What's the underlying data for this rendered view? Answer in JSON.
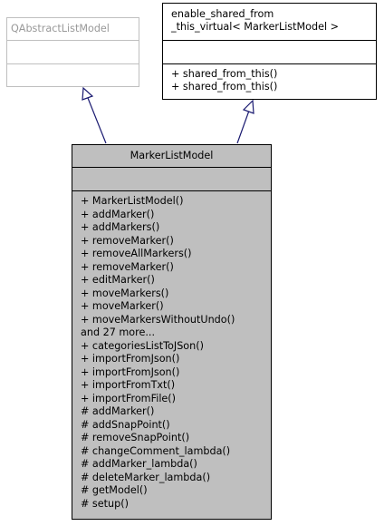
{
  "diagram": {
    "base_classes": [
      {
        "name": "QAbstractListModel",
        "attributes": [],
        "operations": []
      },
      {
        "name_lines": [
          "enable_shared_from",
          "_this_virtual< MarkerListModel >"
        ],
        "attributes": [],
        "operations": [
          "+ shared_from_this()",
          "+ shared_from_this()"
        ]
      }
    ],
    "main_class": {
      "name": "MarkerListModel",
      "attributes": [],
      "operations": [
        "+ MarkerListModel()",
        "+ addMarker()",
        "+ addMarkers()",
        "+ removeMarker()",
        "+ removeAllMarkers()",
        "+ removeMarker()",
        "+ editMarker()",
        "+ moveMarkers()",
        "+ moveMarker()",
        "+ moveMarkersWithoutUndo()",
        "and 27 more...",
        "+ categoriesListToJSon()",
        "+ importFromJson()",
        "+ importFromJson()",
        "+ importFromTxt()",
        "+ importFromFile()",
        "# addMarker()",
        "# addSnapPoint()",
        "# removeSnapPoint()",
        "# changeComment_lambda()",
        "# addMarker_lambda()",
        "# deleteMarker_lambda()",
        "# getModel()",
        "# setup()"
      ]
    },
    "colors": {
      "main_fill": "#bfbfbf",
      "edge": "#191970",
      "muted_border": "#bfbfbf",
      "muted_text": "#999999"
    }
  }
}
